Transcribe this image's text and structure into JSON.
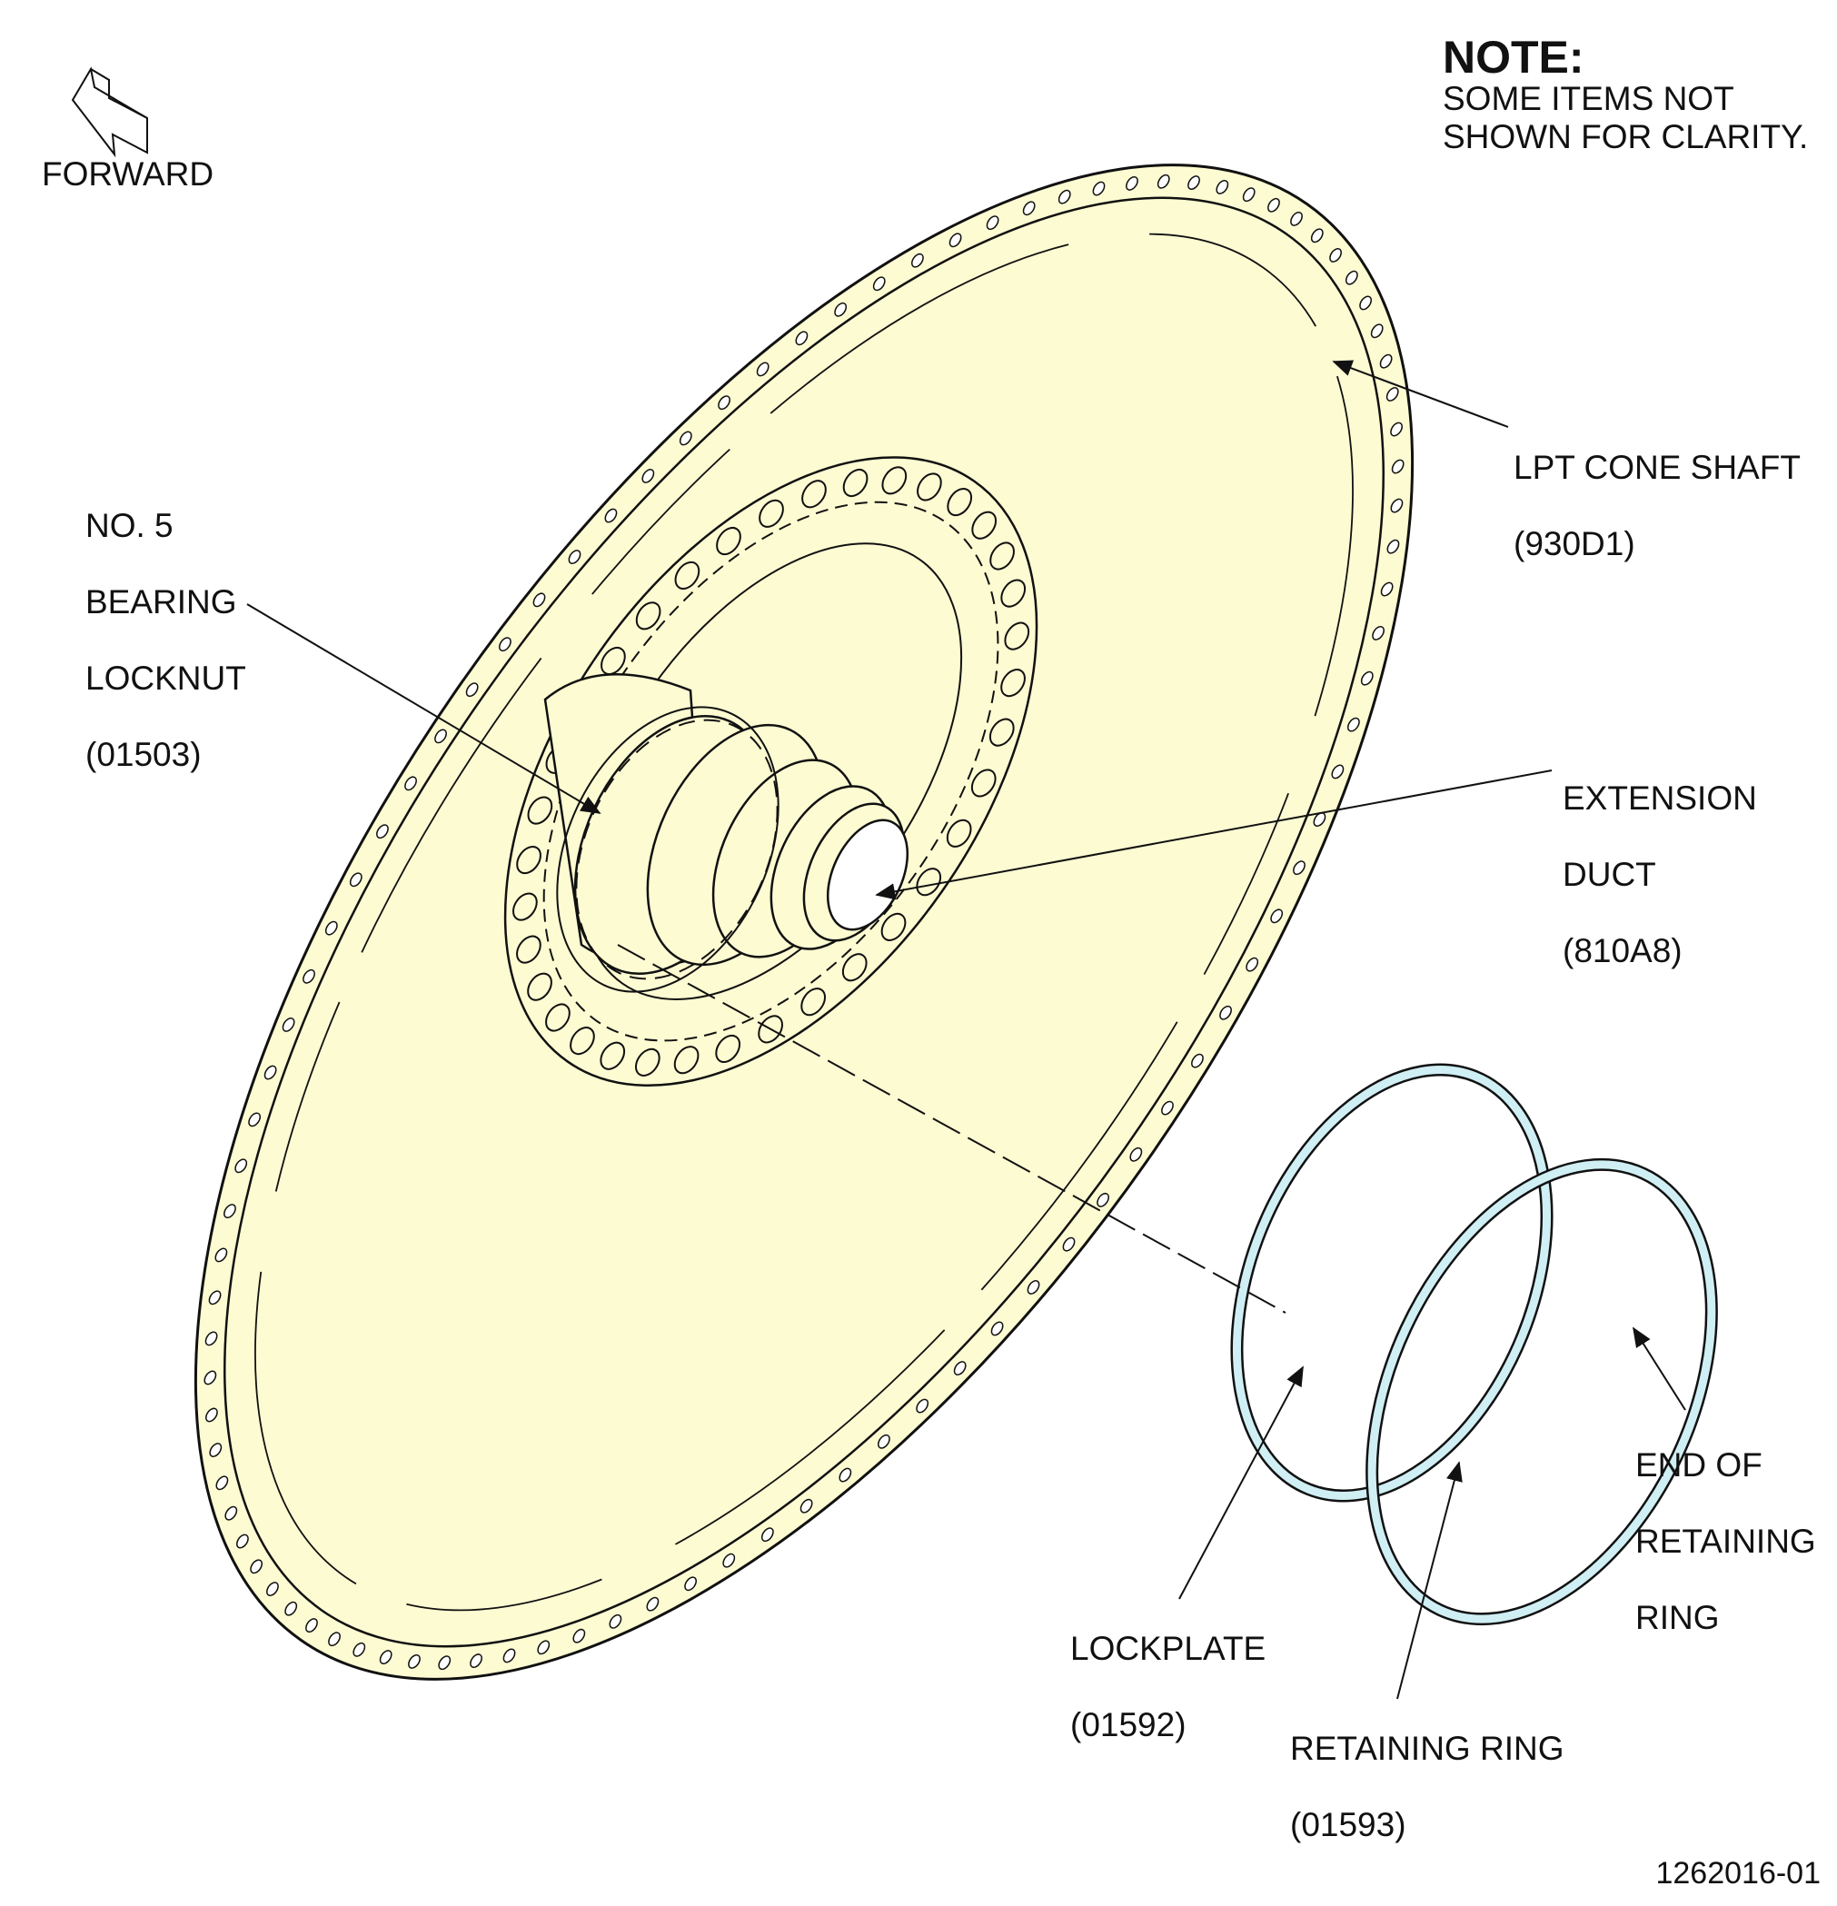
{
  "note": {
    "title": "NOTE:",
    "line1": "SOME ITEMS NOT",
    "line2": "SHOWN FOR CLARITY."
  },
  "forward_label": "FORWARD",
  "callouts": {
    "lpt_cone_shaft": {
      "name": "LPT CONE SHAFT",
      "part": "(930D1)"
    },
    "bearing_locknut": {
      "line1": "NO. 5",
      "line2": "BEARING",
      "line3": "LOCKNUT",
      "part": "(01503)"
    },
    "extension_duct": {
      "line1": "EXTENSION",
      "line2": "DUCT",
      "part": "(810A8)"
    },
    "end_of_retaining_ring": {
      "line1": "END OF",
      "line2": "RETAINING",
      "line3": "RING"
    },
    "lockplate": {
      "name": "LOCKPLATE",
      "part": "(01592)"
    },
    "retaining_ring": {
      "name": "RETAINING RING",
      "part": "(01593)"
    }
  },
  "figure_id": "1262016-01",
  "colors": {
    "cone_fill": "#fdfbd2",
    "ring_fill": "#cfeff4",
    "line": "#111111"
  }
}
